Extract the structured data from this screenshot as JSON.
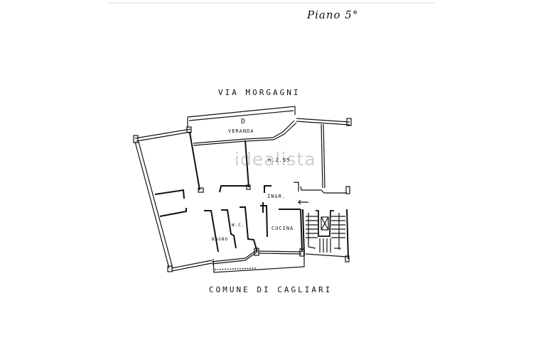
{
  "header": {
    "floor_label": "Piano 5°"
  },
  "street": {
    "label": "VIA MORGAGNI"
  },
  "footer": {
    "label": "COMUNE DI CAGLIARI"
  },
  "rooms": {
    "veranda_mark": "D",
    "veranda": "VERANDA",
    "height": "h.2.95",
    "entrance": "INGR.",
    "wc": "W.C.",
    "bathroom": "BAGNO",
    "kitchen": "CUCINA"
  },
  "watermark": {
    "text": "idealista"
  },
  "colors": {
    "background": "#ffffff",
    "ink": "#111111",
    "watermark": "#cfcfcf"
  }
}
